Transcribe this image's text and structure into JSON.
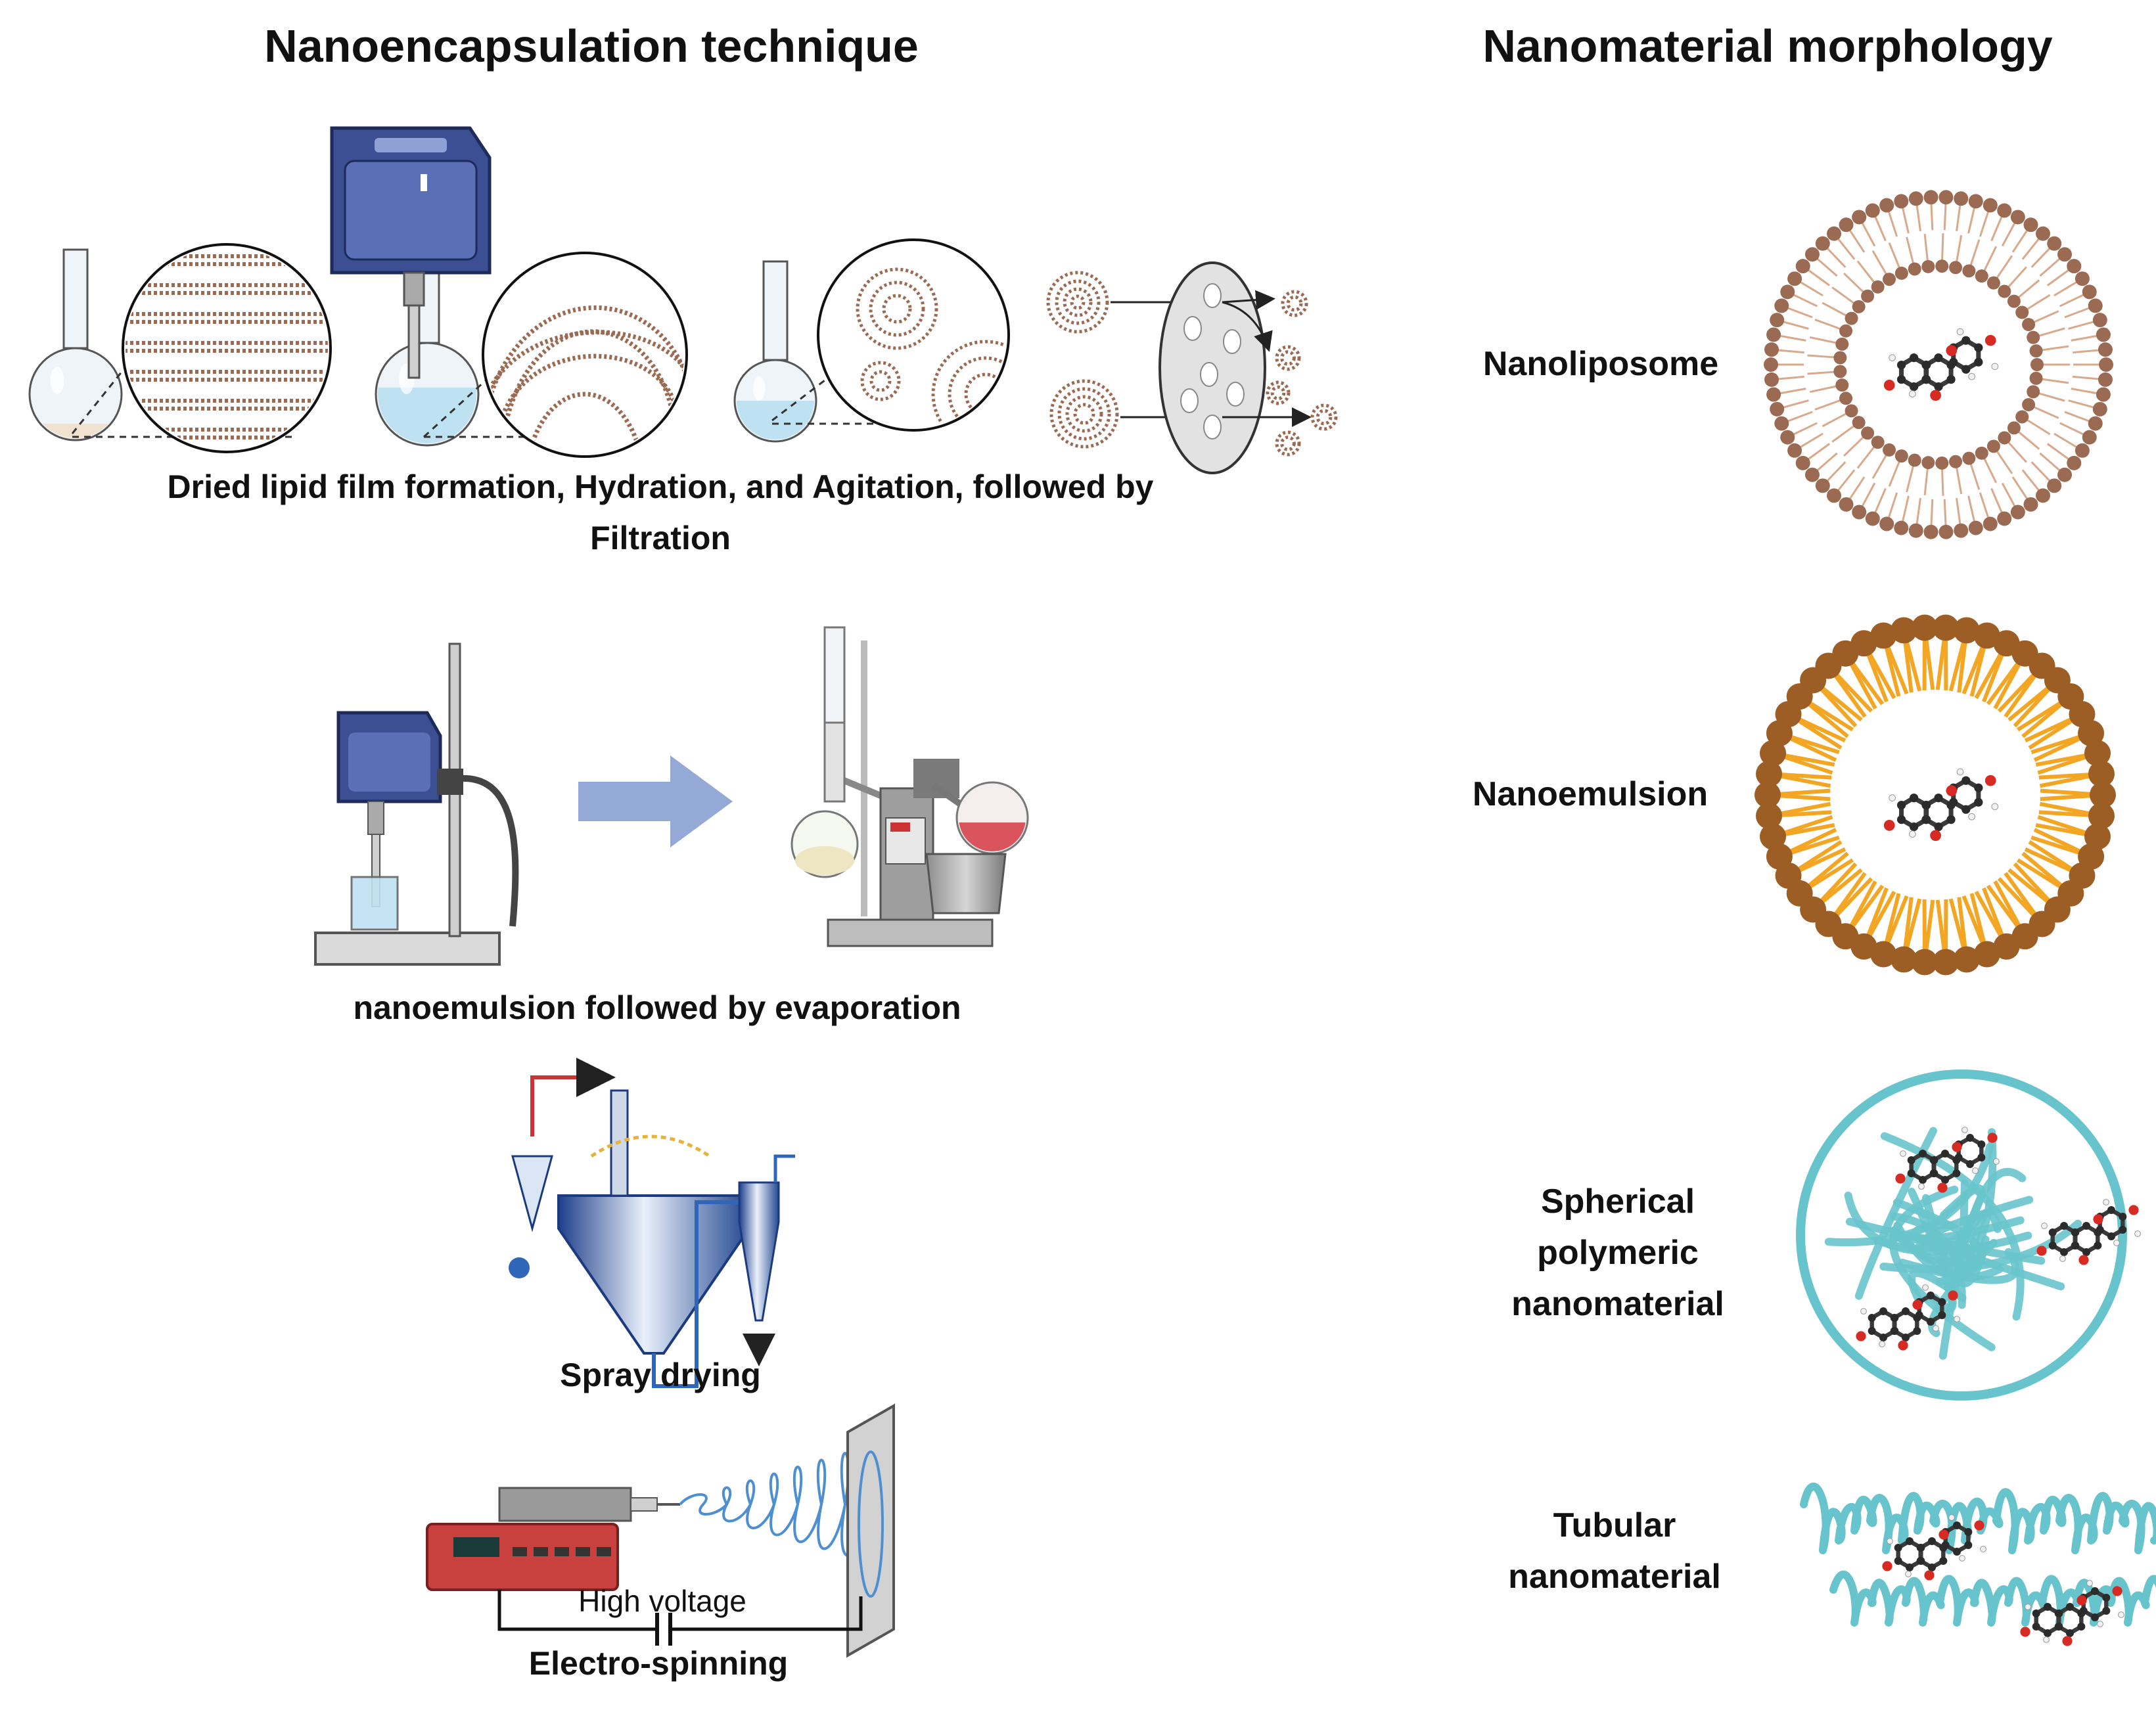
{
  "headers": {
    "technique": "Nanoencapsulation technique",
    "morphology": "Nanomaterial morphology"
  },
  "techniques": {
    "film_caption_line1": "Dried lipid film formation, Hydration, and Agitation, followed by",
    "film_caption_line2": "Filtration",
    "nanoemulsion_caption": "nanoemulsion followed by evaporation",
    "spray_caption": "Spray drying",
    "electro_caption": "Electro-spinning",
    "high_voltage": "High voltage"
  },
  "morphologies": {
    "nanoliposome": "Nanoliposome",
    "nanoemulsion": "Nanoemulsion",
    "spherical_line1": "Spherical",
    "spherical_line2": "polymeric",
    "spherical_line3": "nanomaterial",
    "tubular_line1": "Tubular",
    "tubular_line2": "nanomaterial"
  },
  "colors": {
    "lipid_brown": "#9b6a52",
    "emulsion_head": "#9c5e24",
    "emulsion_tail": "#f2a623",
    "polymer": "#68c4cc",
    "device_blue": "#3c4f93",
    "arrow_blue": "#95a9d6",
    "pump_red": "#c9413f",
    "liquid_blue": "#bfe2f2",
    "liquid_red": "#d9545c"
  }
}
